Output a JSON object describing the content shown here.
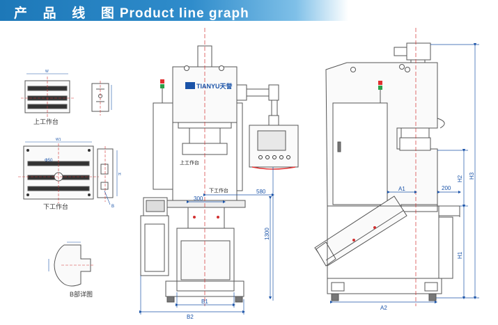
{
  "header": {
    "title_cn": "产 品 线 图",
    "title_en": "Product line graph"
  },
  "brand": {
    "logo_text": "TIANYU天誉"
  },
  "details": {
    "upper_table_label": "上工作台",
    "lower_table_label": "下工作台",
    "b_detail_label": "B部详图",
    "w_label": "W",
    "w1_label": "W1",
    "h_label": "H",
    "phi_label": "Φ50",
    "b_label": "B"
  },
  "front_view": {
    "upper_table_label": "上工作台",
    "lower_table_label": "下工作台",
    "dim_300": "300",
    "dim_580": "580",
    "dim_1300": "1300",
    "dim_b1": "B1",
    "dim_b2": "B2"
  },
  "side_view": {
    "dim_a1": "A1",
    "dim_a2": "A2",
    "dim_200": "200",
    "dim_h1": "H1",
    "dim_h2": "H2",
    "dim_h3": "H3"
  },
  "colors": {
    "header_blue": "#2f8ccb",
    "line": "#555555",
    "dim_blue": "#1a53a8",
    "center_red": "#d23030",
    "signal_green": "#2aa04a",
    "signal_red": "#e03030"
  }
}
